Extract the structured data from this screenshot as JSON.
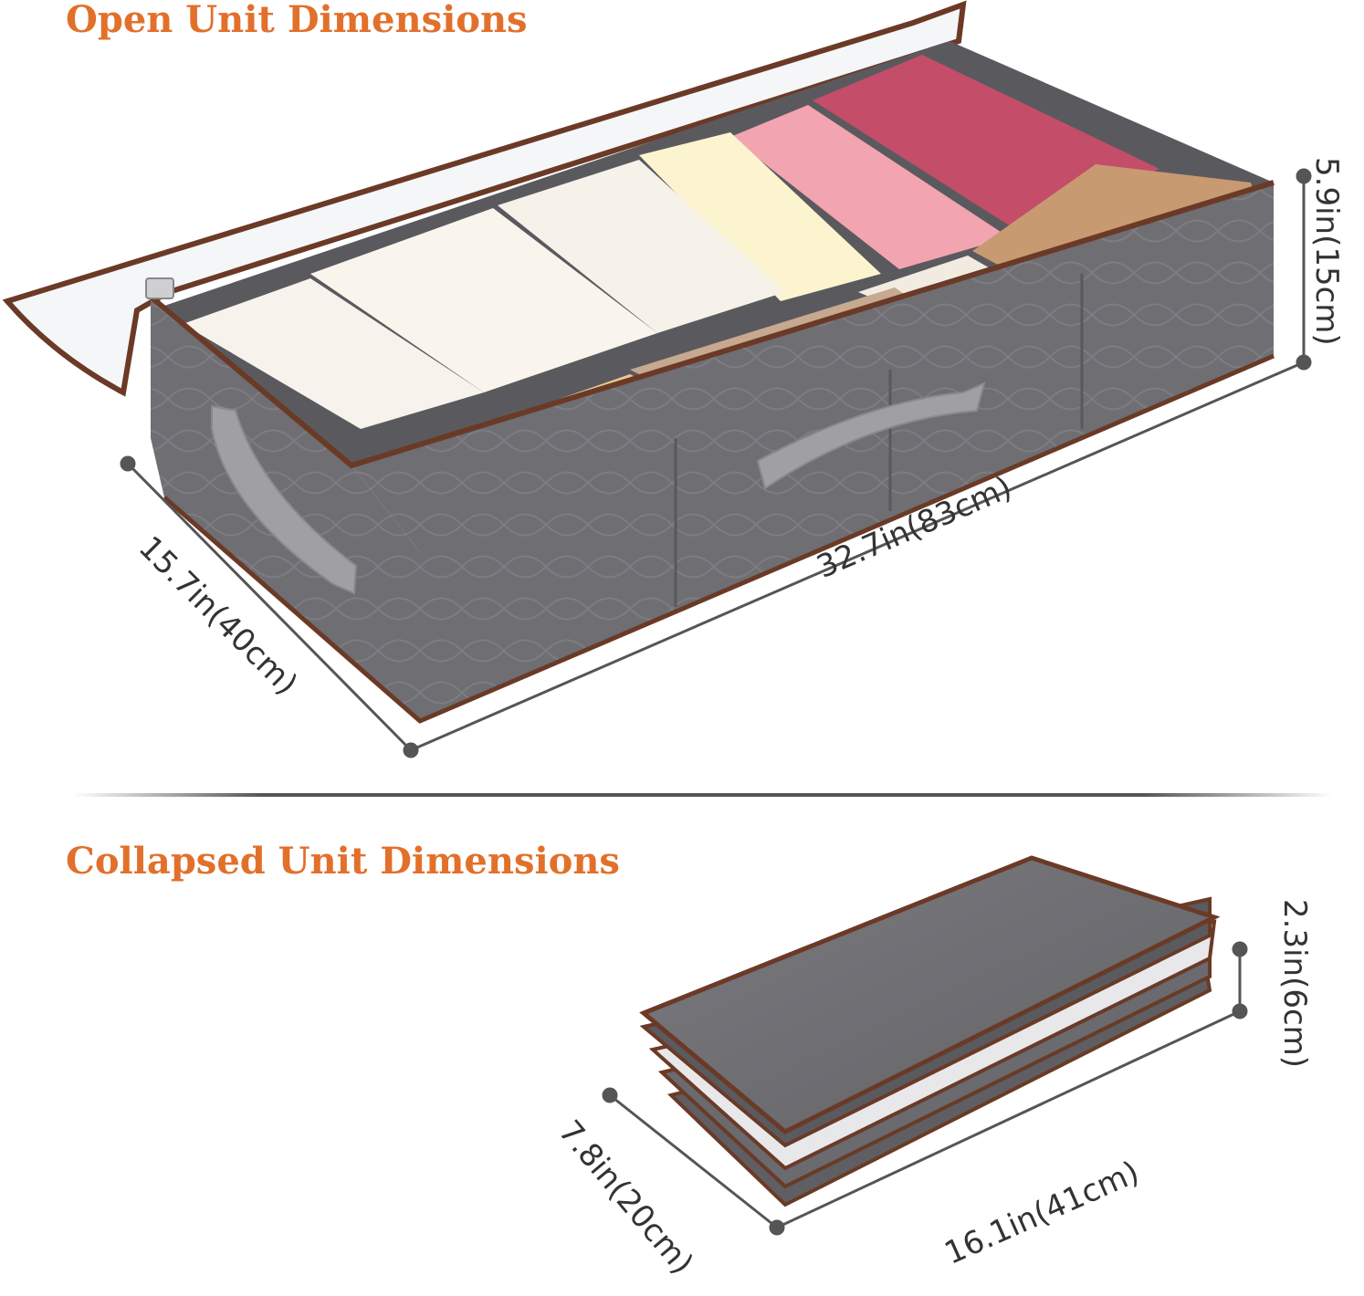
{
  "sections": {
    "open": {
      "title": "Open Unit Dimensions",
      "width_label": "32.7in(83cm)",
      "depth_label": "15.7in(40cm)",
      "height_label": "5.9in(15cm)"
    },
    "collapsed": {
      "title": "Collapsed Unit Dimensions",
      "width_label": "16.1in(41cm)",
      "depth_label": "7.8in(20cm)",
      "height_label": "2.3in(6cm)"
    }
  },
  "colors": {
    "accent": "#e2702b",
    "box_fabric": "#6b6b70",
    "trim": "#6b3a26",
    "dimension_line": "#555555"
  }
}
